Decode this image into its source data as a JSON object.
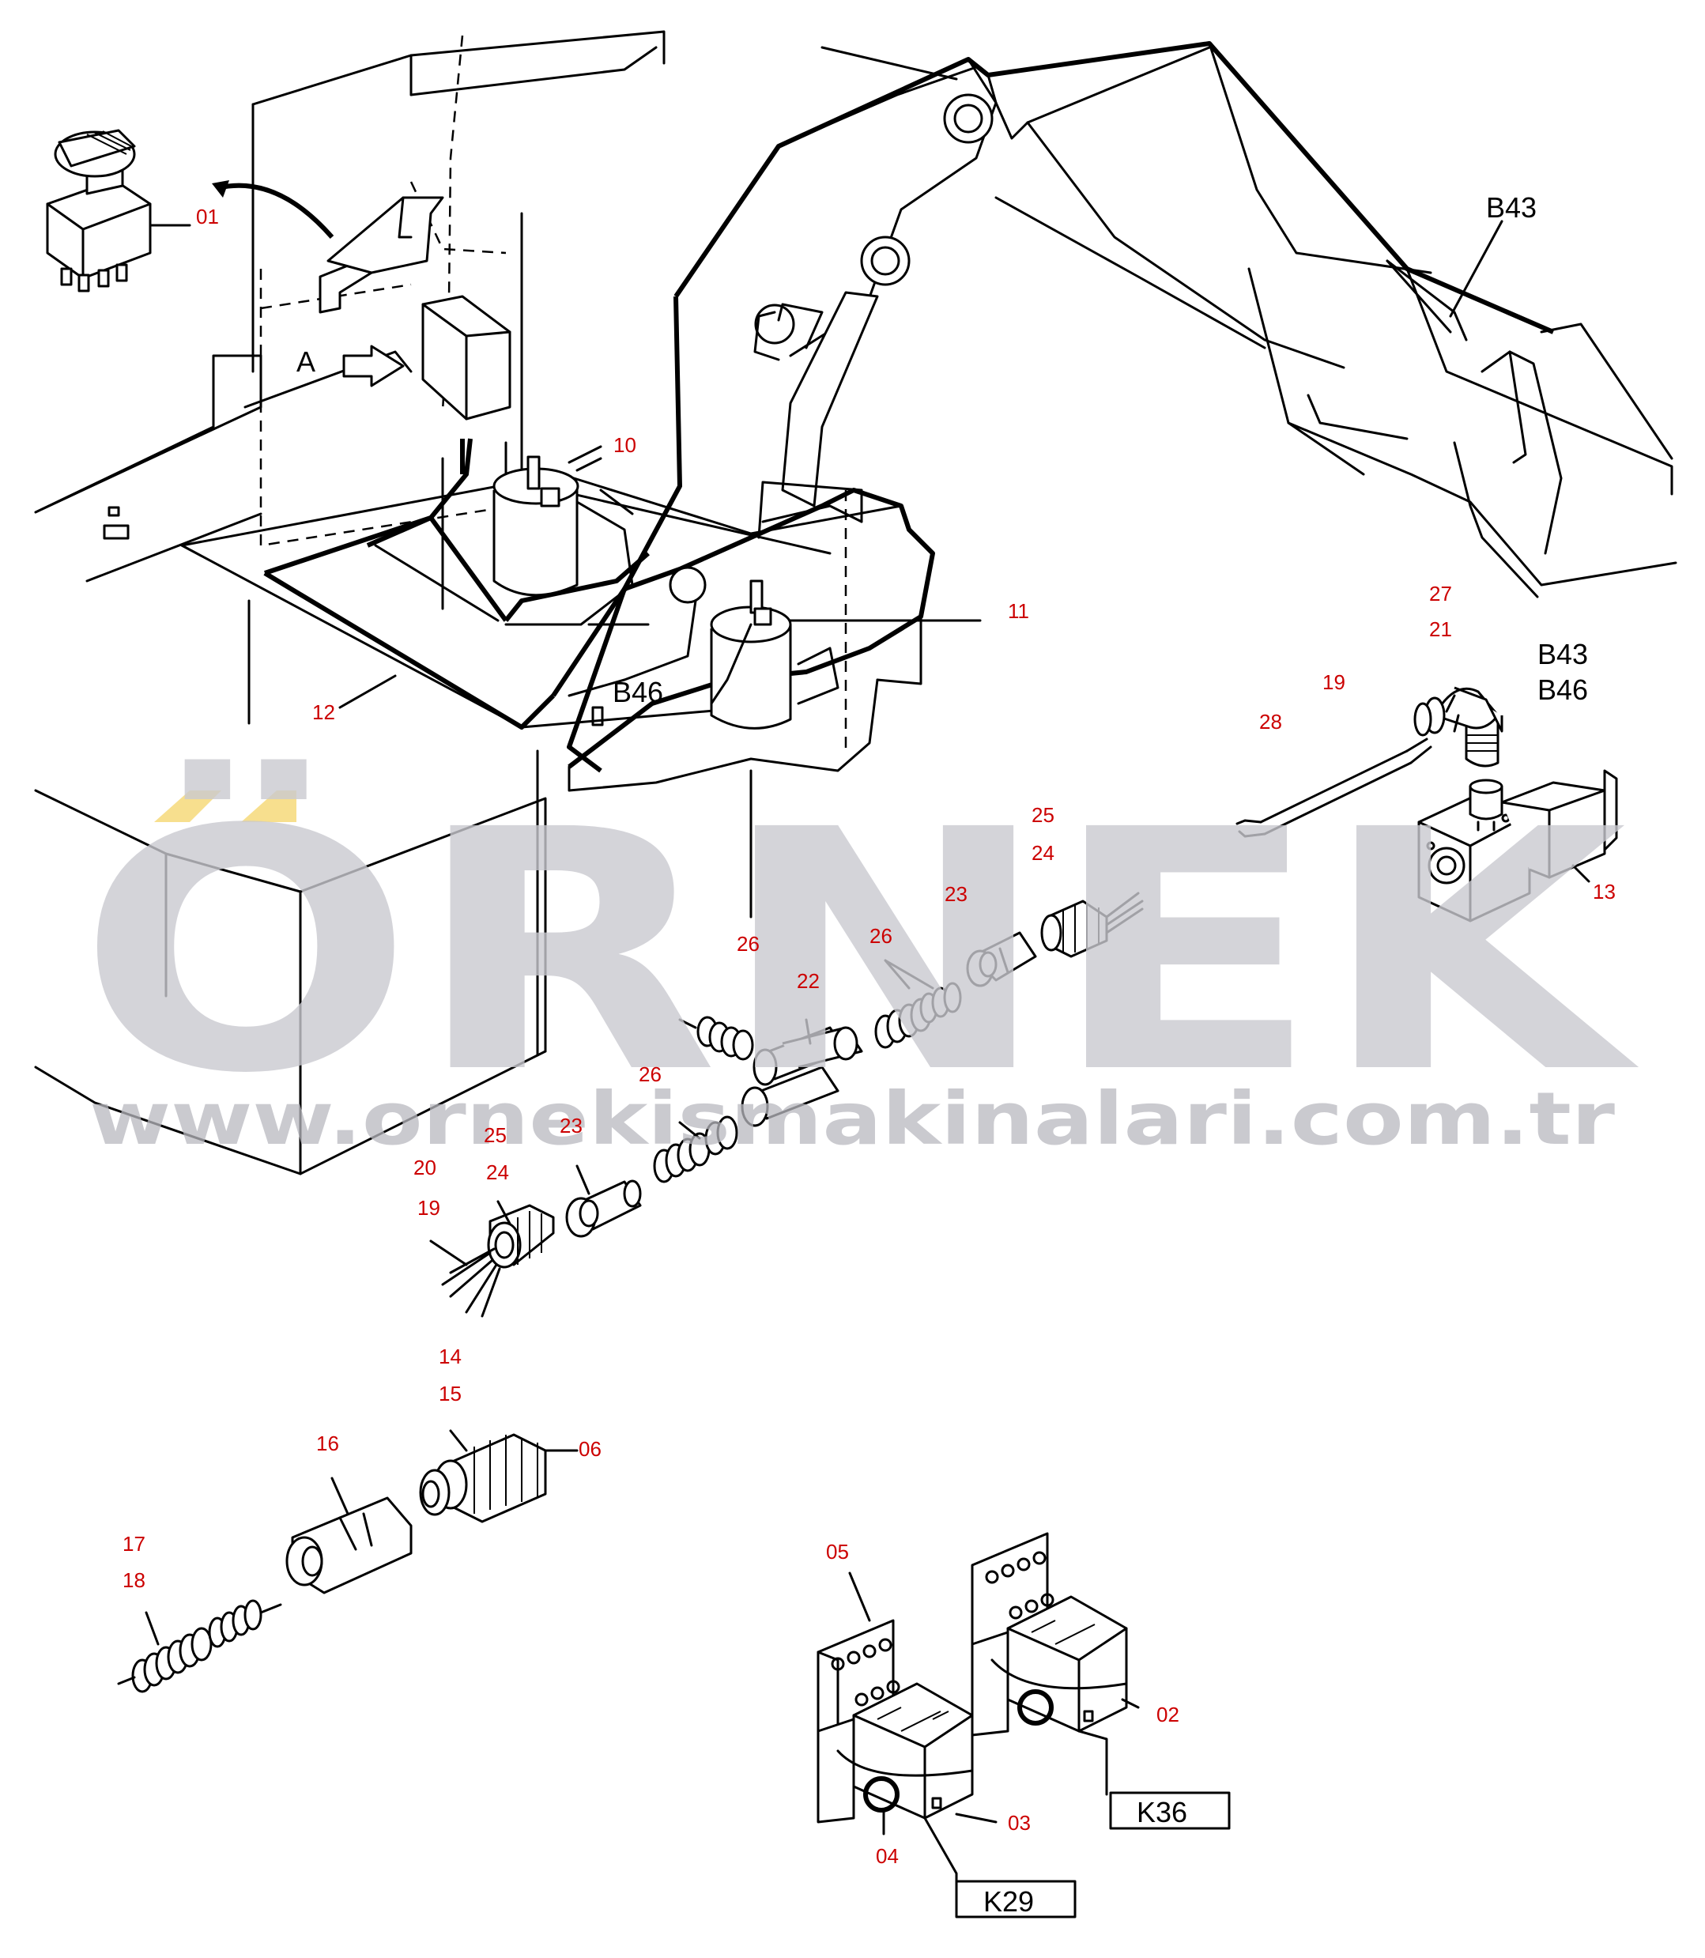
{
  "watermark": {
    "brand": "ÖRNEK",
    "url": "www.ornekismakinalari.com.tr",
    "accent_color": "#f6d97a"
  },
  "colors": {
    "callout_red": "#cc0000",
    "line": "#000000"
  },
  "callouts": {
    "c01": "01",
    "c02": "02",
    "c03": "03",
    "c04": "04",
    "c05": "05",
    "c06": "06",
    "c10": "10",
    "c11": "11",
    "c12": "12",
    "c13": "13",
    "c14": "14",
    "c15": "15",
    "c16": "16",
    "c17": "17",
    "c18": "18",
    "c19a": "19",
    "c19b": "19",
    "c20": "20",
    "c21": "21",
    "c22": "22",
    "c23a": "23",
    "c23b": "23",
    "c24a": "24",
    "c24b": "24",
    "c25a": "25",
    "c25b": "25",
    "c26a": "26",
    "c26b": "26",
    "c26c": "26",
    "c27": "27",
    "c28": "28"
  },
  "component_labels": {
    "view_a": "A",
    "b43_top": "B43",
    "b46_mid": "B46",
    "b43_right": "B43",
    "b46_right": "B46",
    "k29": "K29",
    "k36": "K36"
  },
  "icons": {
    "view_arrow": "arrow-right-outline-icon"
  }
}
